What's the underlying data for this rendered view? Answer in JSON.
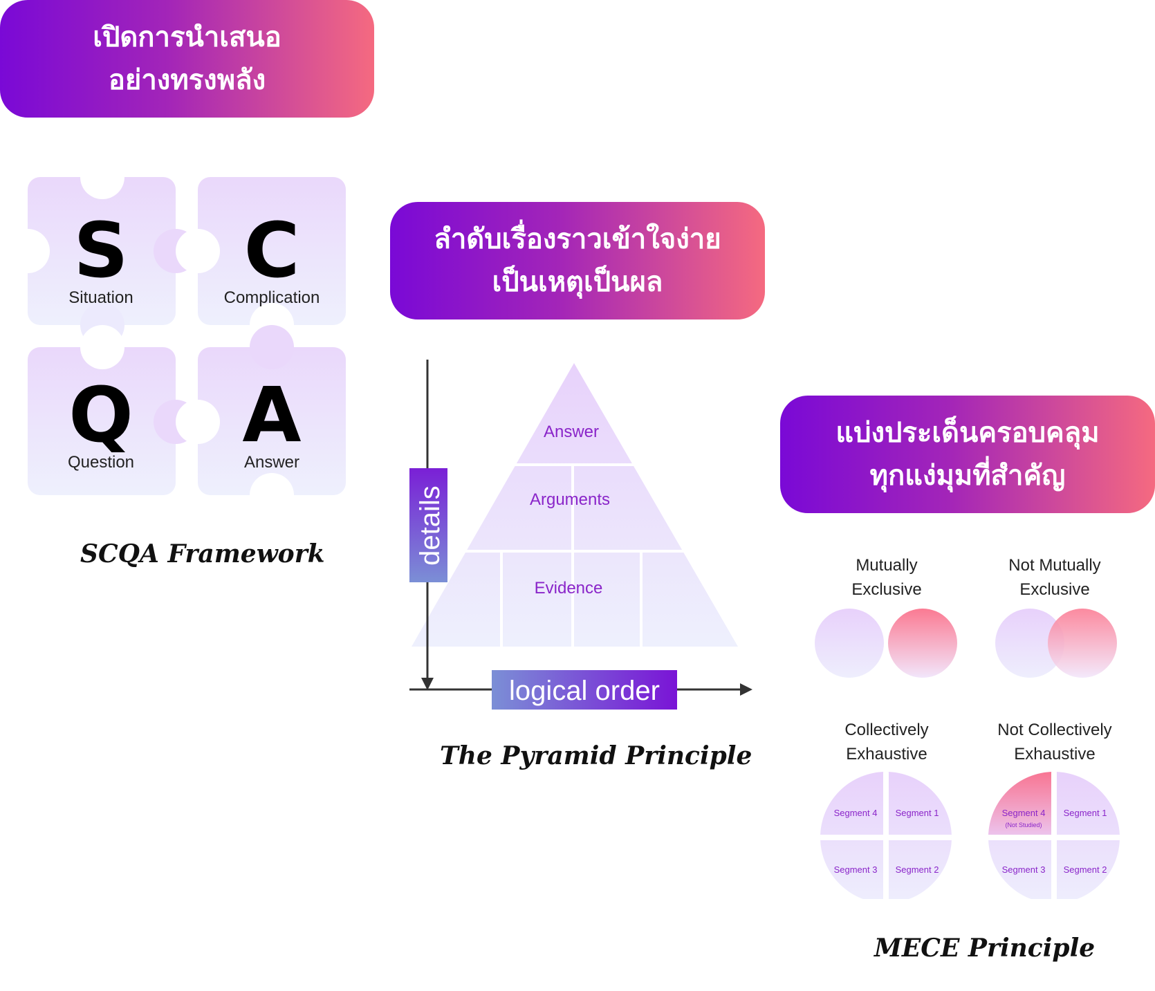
{
  "banners": {
    "main": {
      "line1": "เปิดการนำเสนอ",
      "line2": "อย่างทรงพลัง"
    },
    "pyramid": {
      "line1": "ลำดับเรื่องราวเข้าใจง่าย",
      "line2": "เป็นเหตุเป็นผล"
    },
    "mece": {
      "line1": "แบ่งประเด็นครอบคลุม",
      "line2": "ทุกแง่มุมที่สำคัญ"
    }
  },
  "scqa": {
    "pieces": [
      {
        "letter": "S",
        "label": "Situation"
      },
      {
        "letter": "C",
        "label": "Complication"
      },
      {
        "letter": "Q",
        "label": "Question"
      },
      {
        "letter": "A",
        "label": "Answer"
      }
    ],
    "caption": "SCQA Framework"
  },
  "pyramid": {
    "levels": [
      "Answer",
      "Arguments",
      "Evidence"
    ],
    "vertical_axis_label": "details",
    "horizontal_axis_label": "logical order",
    "caption": "The Pyramid Principle"
  },
  "mece": {
    "mutually_exclusive": {
      "line1": "Mutually",
      "line2": "Exclusive"
    },
    "not_mutually_exclusive": {
      "line1": "Not Mutually",
      "line2": "Exclusive"
    },
    "collectively_exhaustive": {
      "line1": "Collectively",
      "line2": "Exhaustive"
    },
    "not_collectively_exhaustive": {
      "line1": "Not Collectively",
      "line2": "Exhaustive"
    },
    "segments": {
      "s1": "Segment 1",
      "s2": "Segment 2",
      "s3": "Segment 3",
      "s4": "Segment 4"
    },
    "not_studied_note": "(Not Studied)",
    "caption": "MECE Principle"
  },
  "colors": {
    "gradient_start": "#7a09d6",
    "gradient_end": "#f56a80",
    "pale_purple": "#ecd9fb",
    "pale_lavender": "#eeeafd",
    "accent_text": "#8a25c9",
    "pink": "#f97a93"
  }
}
